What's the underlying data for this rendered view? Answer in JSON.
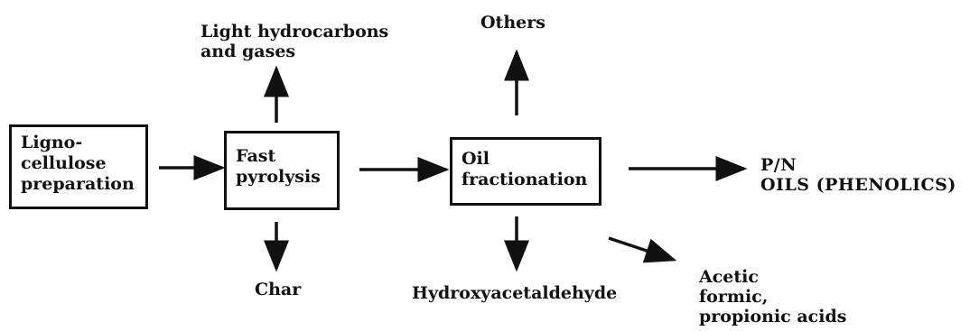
{
  "nodes": {
    "lignocellulose": {
      "line1": "Ligno-",
      "line2": "cellulose",
      "line3": "preparation"
    },
    "fast_pyrolysis": {
      "line1": "Fast",
      "line2": "pyrolysis"
    },
    "oil_fractionation": {
      "line1": "Oil",
      "line2": "fractionation"
    }
  },
  "outputs": {
    "light_hydrocarbons": {
      "line1": "Light hydrocarbons",
      "line2": "and gases"
    },
    "char": "Char",
    "others": "Others",
    "hydroxyacetaldehyde": "Hydroxyacetaldehyde",
    "acids": {
      "line1": "Acetic",
      "line2": "formic,",
      "line3": "propionic acids"
    },
    "pn_oils": {
      "line1": "P/N",
      "line2": "OILS (PHENOLICS)"
    }
  },
  "colors": {
    "ink": "#111111",
    "background": "#ffffff"
  }
}
